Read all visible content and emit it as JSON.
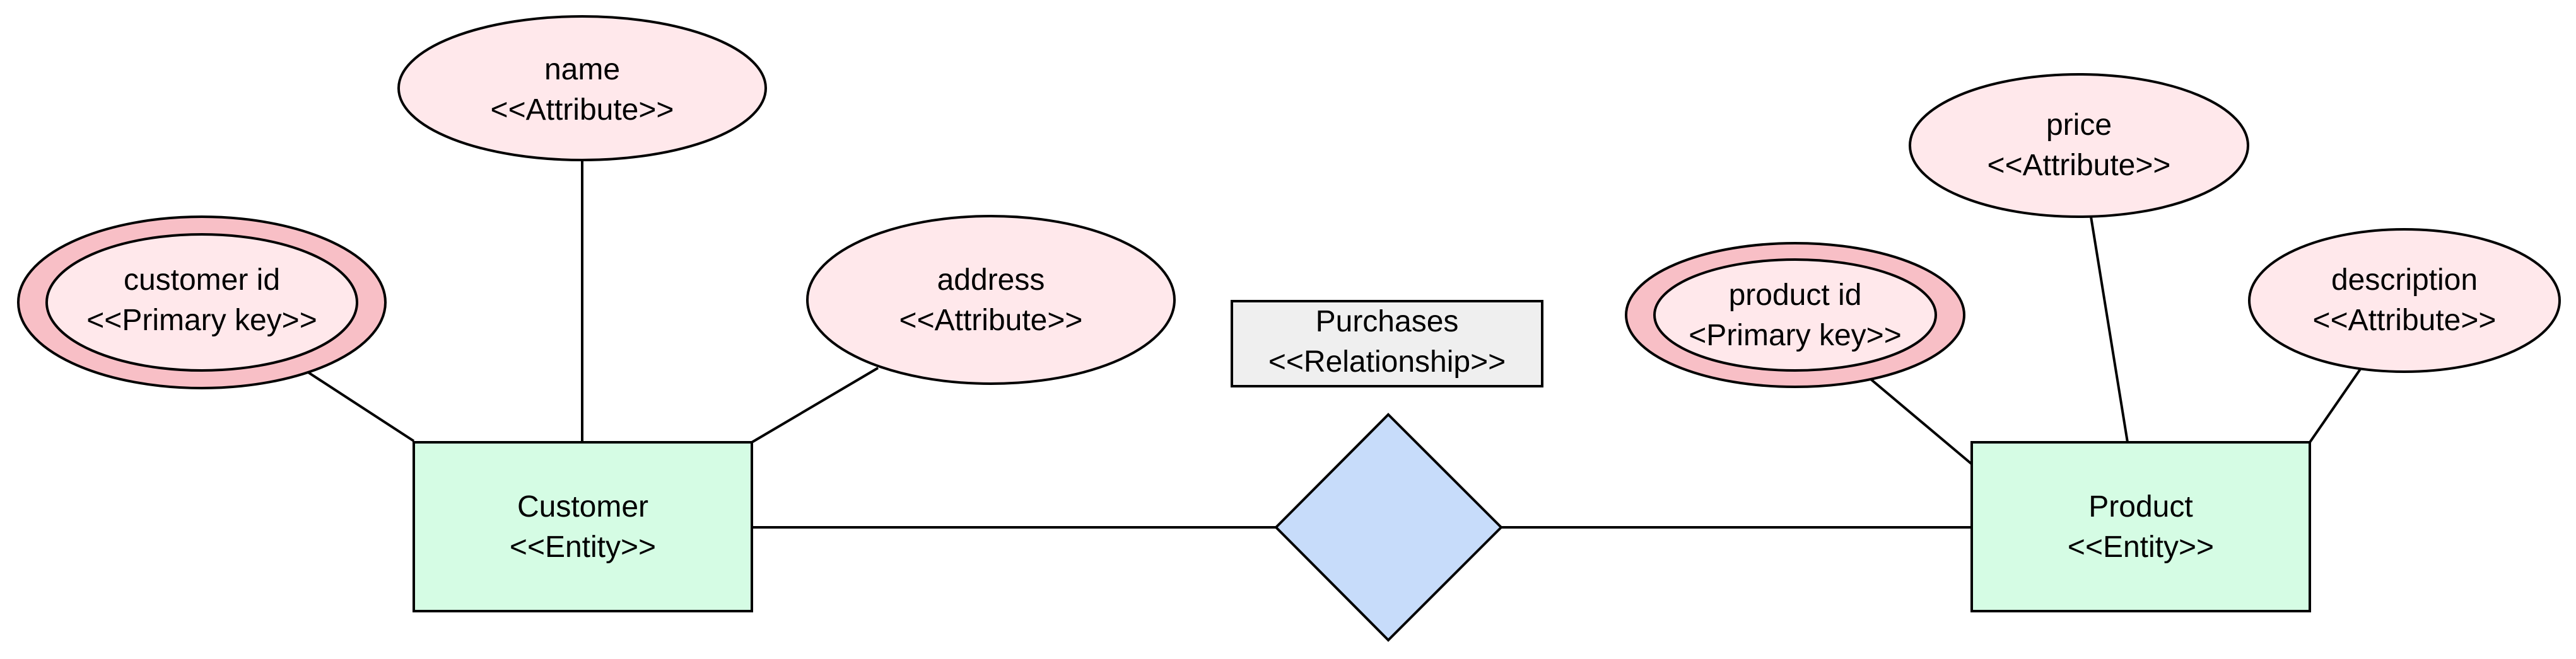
{
  "colors": {
    "attribute_fill": "#FFE8EB",
    "primary_key_fill": "#F8BFC6",
    "entity_fill": "#D5FCE4",
    "relationship_fill": "#C7DCFA",
    "label_box_fill": "#EFEFEF",
    "stroke": "#000000"
  },
  "attributes": {
    "customer_id": {
      "name": "customer id",
      "stereotype": "<<Primary key>>"
    },
    "name": {
      "name": "name",
      "stereotype": "<<Attribute>>"
    },
    "address": {
      "name": "address",
      "stereotype": "<<Attribute>>"
    },
    "product_id": {
      "name": "product id",
      "stereotype": "<Primary key>>"
    },
    "price": {
      "name": "price",
      "stereotype": "<<Attribute>>"
    },
    "description": {
      "name": "description",
      "stereotype": "<<Attribute>>"
    }
  },
  "entities": {
    "customer": {
      "name": "Customer",
      "stereotype": "<<Entity>>"
    },
    "product": {
      "name": "Product",
      "stereotype": "<<Entity>>"
    }
  },
  "relationship": {
    "name": "Purchases",
    "stereotype": "<<Relationship>>"
  }
}
